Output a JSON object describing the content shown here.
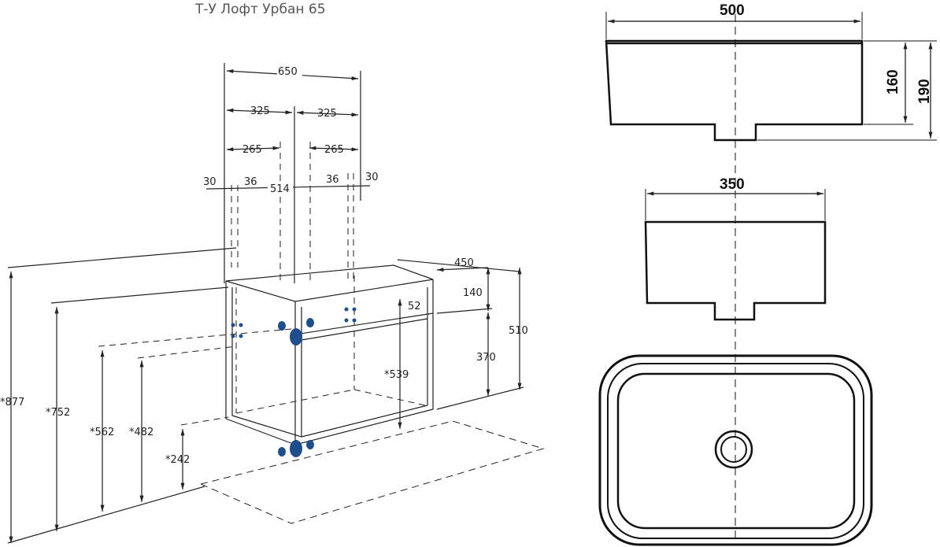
{
  "title": "Т-У Лофт Урбан 65",
  "cabinet": {
    "width_total": "650",
    "half_left": "325",
    "half_right": "325",
    "offset_left": "265",
    "offset_right": "265",
    "edge_left": "30",
    "hole_left": "36",
    "center_span": "514",
    "hole_right": "36",
    "edge_right": "30",
    "depth": "450",
    "drawer_top": "140",
    "drawer_inset": "52",
    "body_height": "370",
    "total_height": "510",
    "inner_height": "*539",
    "height_877": "*877",
    "height_752": "*752",
    "height_562": "*562",
    "height_482": "*482",
    "height_242": "*242"
  },
  "sink": {
    "top_width": "500",
    "height_inner": "160",
    "height_outer": "190",
    "bottom_width": "350"
  },
  "colors": {
    "line": "#222222",
    "fitting": "#1f4e8c",
    "dashed": "#333333"
  }
}
